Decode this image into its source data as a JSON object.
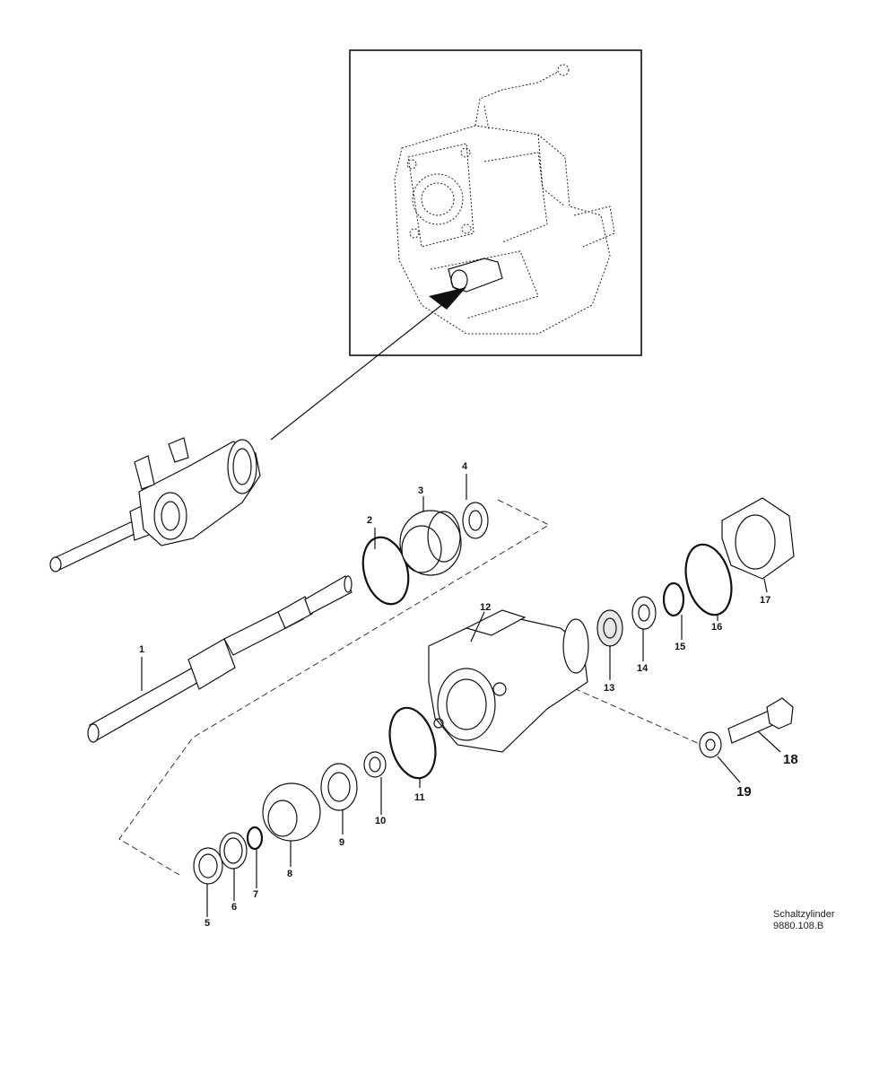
{
  "diagram": {
    "part_labels": [
      "1",
      "2",
      "3",
      "4",
      "5",
      "6",
      "7",
      "8",
      "9",
      "10",
      "11",
      "12",
      "13",
      "14",
      "15",
      "16",
      "17",
      "18",
      "19"
    ]
  },
  "caption": {
    "line1": "Schaltzylinder",
    "line2": "9880.108.B"
  }
}
